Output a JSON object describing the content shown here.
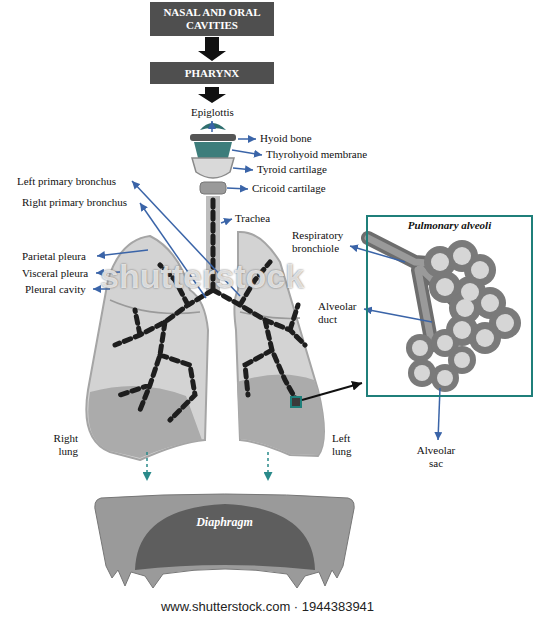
{
  "diagram": {
    "nodes": [
      {
        "text": [
          "NASAL AND ORAL CAVITIES"
        ]
      },
      {
        "text": [
          "PHARYNX"
        ]
      },
      {
        "text": [
          "Pulmonary alveoli"
        ]
      },
      {
        "text": [
          "Diaphragm"
        ]
      }
    ],
    "edges": [
      {
        "from": 0,
        "to": 1,
        "arrow": "to"
      }
    ],
    "labels": [
      "Epiglottis",
      "Hyoid bone",
      "Thyrohyoid membrane",
      "Tyroid cartilage",
      "Cricoid cartilage",
      "Left primary bronchus",
      "Right primary bronchus",
      "Trachea",
      "Parietal pleura",
      "Visceral pleura",
      "Pleural cavity",
      "Respiratory bronchiole",
      "Alveolar duct",
      "Alveolar sac",
      "Right lung",
      "Left lung",
      "shutterstock",
      "www.shutterstock.com · 1944383941"
    ]
  }
}
